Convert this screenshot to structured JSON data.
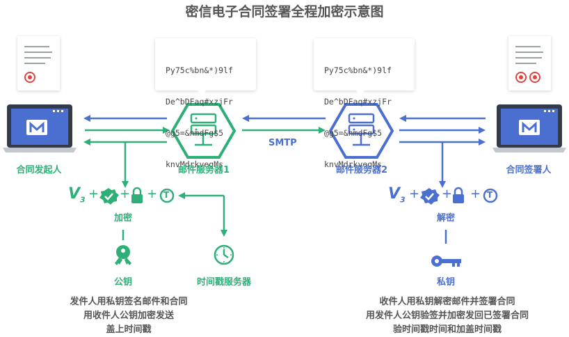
{
  "title": "密信电子合同签署全程加密示意图",
  "colors": {
    "green": "#2eaf78",
    "blue": "#4a6fd0",
    "laptop": "#333a4a"
  },
  "cipher_left": [
    "Py75c%bn&*)9lf",
    "De^bDFaq#xzjFr",
    "@g5=&nmdFg$5",
    "knvMdrkvegMs"
  ],
  "cipher_right": [
    "Py75c%bn&*)9lf",
    "De^bDFaq#xzjFr",
    "@g5=&nmdFg$5",
    "knvMdrkvegMs"
  ],
  "labels": {
    "sender": "合同发起人",
    "server1": "邮件服务器1",
    "smtp": "SMTP",
    "server2": "邮件服务器2",
    "signer": "合同签署人",
    "encrypt": "加密",
    "decrypt": "解密",
    "public_key": "公钥",
    "timestamp_server": "时间戳服务器",
    "private_key": "私钥"
  },
  "formula": {
    "v": "V",
    "sub": "3",
    "plus": "+",
    "t": "T"
  },
  "desc_left": [
    "发件人用私钥签名邮件和合同",
    "用收件人公钥加密发送",
    "盖上时间戳"
  ],
  "desc_right": [
    "收件人用私钥解密邮件并签署合同",
    "用发件人公钥验签并加密发回已签署合同",
    "验时间戳时间和加盖时间戳"
  ],
  "icons": [
    "document-icon",
    "seal-icon",
    "laptop-icon",
    "mail-icon",
    "server-icon",
    "verified-badge-icon",
    "lock-icon",
    "timestamp-icon",
    "public-key-icon",
    "clock-icon",
    "private-key-icon",
    "arrow-icon"
  ]
}
